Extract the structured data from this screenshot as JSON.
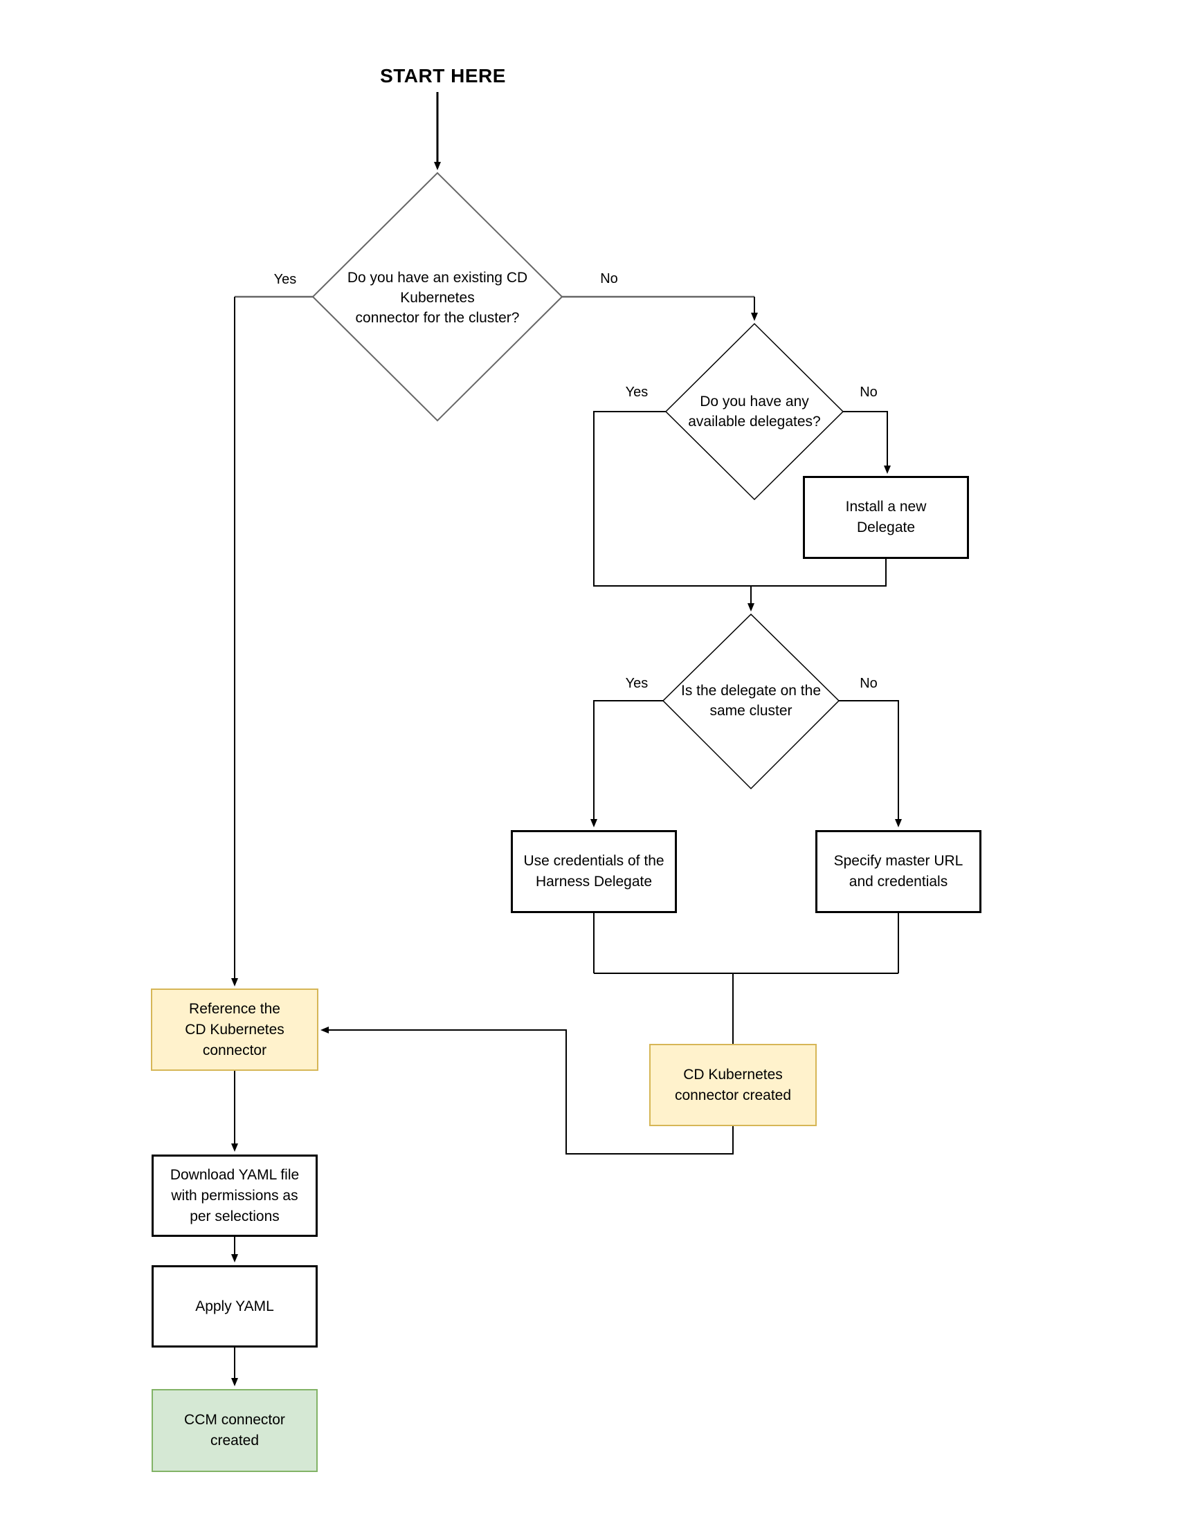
{
  "title": "START HERE",
  "colors": {
    "background": "#ffffff",
    "line": "#000000",
    "decision_outline_gray": "#666666",
    "process_border": "#000000",
    "result_fill": "#fff2cc",
    "result_border": "#d6b656",
    "final_fill": "#d5e8d4",
    "final_border": "#82b366"
  },
  "nodes": {
    "q_connector": {
      "type": "decision",
      "lines": [
        "Do you have an existing CD",
        "Kubernetes",
        "connector for the cluster?"
      ]
    },
    "q_delegates": {
      "type": "decision",
      "lines": [
        "Do you have any",
        "available delegates?"
      ]
    },
    "q_same_cluster": {
      "type": "decision",
      "lines": [
        "Is the delegate on the",
        "same cluster"
      ]
    },
    "install_delegate": {
      "type": "process",
      "lines": [
        "Install a new",
        "Delegate"
      ]
    },
    "use_credentials": {
      "type": "process",
      "lines": [
        "Use credentials of the",
        "Harness Delegate"
      ]
    },
    "specify_master_url": {
      "type": "process",
      "lines": [
        "Specify master URL",
        "and credentials"
      ]
    },
    "cd_connector_created": {
      "type": "result",
      "lines": [
        "CD Kubernetes",
        "connector created"
      ]
    },
    "reference_connector": {
      "type": "result",
      "lines": [
        "Reference the",
        "CD Kubernetes",
        "connector"
      ]
    },
    "download_yaml": {
      "type": "process",
      "lines": [
        "Download YAML file",
        "with permissions as",
        "per selections"
      ]
    },
    "apply_yaml": {
      "type": "process",
      "lines": [
        "Apply YAML"
      ]
    },
    "ccm_connector_created": {
      "type": "final",
      "lines": [
        "CCM connector",
        "created"
      ]
    }
  },
  "edge_labels": {
    "q_connector_yes": "Yes",
    "q_connector_no": "No",
    "q_delegates_yes": "Yes",
    "q_delegates_no": "No",
    "q_same_cluster_yes": "Yes",
    "q_same_cluster_no": "No"
  },
  "edges": [
    {
      "from": "start",
      "to": "q_connector",
      "label": ""
    },
    {
      "from": "q_connector",
      "to": "reference_connector",
      "label": "Yes"
    },
    {
      "from": "q_connector",
      "to": "q_delegates",
      "label": "No"
    },
    {
      "from": "q_delegates",
      "to": "q_same_cluster",
      "label": "Yes"
    },
    {
      "from": "q_delegates",
      "to": "install_delegate",
      "label": "No"
    },
    {
      "from": "install_delegate",
      "to": "q_same_cluster",
      "label": ""
    },
    {
      "from": "q_same_cluster",
      "to": "use_credentials",
      "label": "Yes"
    },
    {
      "from": "q_same_cluster",
      "to": "specify_master_url",
      "label": "No"
    },
    {
      "from": "use_credentials",
      "to": "cd_connector_created",
      "label": ""
    },
    {
      "from": "specify_master_url",
      "to": "cd_connector_created",
      "label": ""
    },
    {
      "from": "cd_connector_created",
      "to": "reference_connector",
      "label": ""
    },
    {
      "from": "reference_connector",
      "to": "download_yaml",
      "label": ""
    },
    {
      "from": "download_yaml",
      "to": "apply_yaml",
      "label": ""
    },
    {
      "from": "apply_yaml",
      "to": "ccm_connector_created",
      "label": ""
    }
  ]
}
